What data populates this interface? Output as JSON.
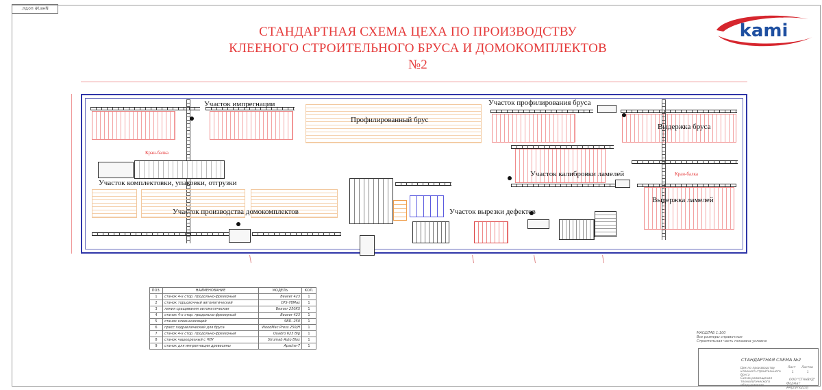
{
  "corner_stamp": "Инв.№ подл.",
  "title": {
    "line1": "СТАНДАРТНАЯ СХЕМА ЦЕХА ПО ПРОИЗВОДСТВУ",
    "line2": "КЛЕЕНОГО СТРОИТЕЛЬНОГО БРУСА И ДОМОКОМПЛЕКТОВ",
    "line3": "№2"
  },
  "logo": {
    "text": "kami",
    "colors": {
      "swoosh": "#d6262e",
      "text": "#1e4fa0"
    }
  },
  "zones": {
    "impregnation": "Участок импрегнации",
    "profiled_timber": "Профилированный брус",
    "profiling": "Участок профилирования бруса",
    "timber_aging": "Выдержка бруса",
    "crane_beam_left": "Кран-балка",
    "crane_beam_right": "Кран-балка",
    "packing": "Участок комплектовки, упаковки, отгрузки",
    "lamella_calibration": "Участок калибровки ламелей",
    "house_kits": "Участок производства домокомплектов",
    "defect_cutting": "Участок вырезки дефектов",
    "lamella_aging": "Выдержка ламелей"
  },
  "spec_table": {
    "headers": [
      "ПОЗ.",
      "НАИМЕНОВАНИЕ",
      "МОДЕЛЬ",
      "КОЛ."
    ],
    "rows": [
      [
        "1",
        "станок 4-х стор. продольно-фрезерный",
        "Beaver 423",
        "1"
      ],
      [
        "2",
        "станок торцовочный автоматический",
        "CPS-78Max",
        "1"
      ],
      [
        "3",
        "линия сращивания автоматическая",
        "Beaver 250KS",
        "1"
      ],
      [
        "4",
        "станок 4-х стор. продольно-фрезерный",
        "Beaver 423",
        "1"
      ],
      [
        "5",
        "станок клеенаносящий",
        "SBR- 250",
        "1"
      ],
      [
        "6",
        "пресс гидравлический для бруса",
        "WoodMac Press 250/H",
        "1"
      ],
      [
        "7",
        "станок 4-х стор. продольно-фрезерный",
        "Quadro 623 Big",
        "1"
      ],
      [
        "8",
        "станок чашкорезный с ЧПУ",
        "Strumab Auto Blox",
        "1"
      ],
      [
        "9",
        "станок для импрегнации древесины",
        "Apache-7",
        "1"
      ]
    ]
  },
  "notes": [
    "МАСШТАБ 1:100",
    "Все размеры справочные",
    "Строительная часть показана условно"
  ],
  "title_block": {
    "name": "СТАНДАРТНАЯ СХЕМА №2",
    "object": "Цех по производству клееного строительного бруса",
    "sheet_label": "Лист",
    "sheets_label": "Листов",
    "sheet": "1",
    "sheets": "1",
    "layout": "Схема размещения технологического оборудования",
    "company": "ООО \"СТАНВУД\""
  },
  "format_label": "Формат A4(297x210)"
}
